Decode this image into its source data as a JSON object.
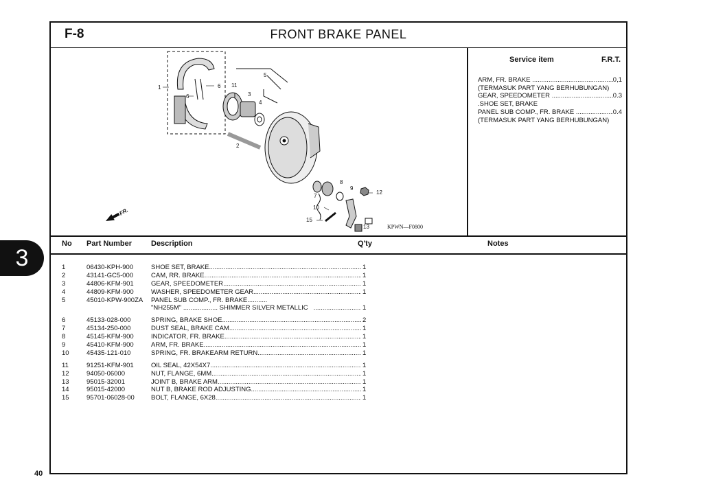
{
  "section_code": "F-8",
  "title": "FRONT BRAKE PANEL",
  "side_tab": "3",
  "page_number": "40",
  "figure_ref": "KPWN—F0800",
  "fr_label": "FR.",
  "callouts": [
    "1",
    "2",
    "3",
    "4",
    "5",
    "6",
    "6",
    "7",
    "8",
    "9",
    "10",
    "11",
    "12",
    "13",
    "14",
    "15"
  ],
  "service": {
    "header_item": "Service item",
    "header_frt": "F.R.T.",
    "rows": [
      {
        "item": "ARM, FR. BRAKE",
        "time": "0,1"
      },
      {
        "item": "(TERMASUK PART YANG BERHUBUNGAN)",
        "time": ""
      },
      {
        "item": "GEAR, SPEEDOMETER",
        "time": "0.3"
      },
      {
        "item": ".SHOE SET, BRAKE",
        "time": ""
      },
      {
        "item": "PANEL SUB COMP., FR. BRAKE",
        "time": "0.4"
      },
      {
        "item": "(TERMASUK PART YANG BERHUBUNGAN)",
        "time": ""
      }
    ]
  },
  "columns": {
    "no": "No",
    "part_number": "Part Number",
    "description": "Description",
    "qty": "Q'ty",
    "notes": "Notes"
  },
  "parts": [
    {
      "no": "1",
      "pn": "06430-KPH-900",
      "desc": "SHOE SET, BRAKE",
      "qty": "1"
    },
    {
      "no": "2",
      "pn": "43141-GC5-000",
      "desc": "CAM, RR. BRAKE",
      "qty": "1"
    },
    {
      "no": "3",
      "pn": "44806-KFM-901",
      "desc": "GEAR, SPEEDOMETER",
      "qty": "1"
    },
    {
      "no": "4",
      "pn": "44809-KFM-900",
      "desc": "WASHER, SPEEDOMETER GEAR",
      "qty": "1"
    },
    {
      "no": "5",
      "pn": "45010-KPW-900ZA",
      "desc": "PANEL SUB COMP., FR. BRAKE",
      "qty": ""
    },
    {
      "no": "",
      "pn": "",
      "desc": "\"NH255M\" ................... SHIMMER SILVER METALLIC",
      "qty": "1"
    },
    {
      "no": "6",
      "pn": "45133-028-000",
      "desc": "SPRING, BRAKE SHOE",
      "qty": "2"
    },
    {
      "no": "7",
      "pn": "45134-250-000",
      "desc": "DUST SEAL, BRAKE CAM",
      "qty": "1"
    },
    {
      "no": "8",
      "pn": "45145-KFM-900",
      "desc": "INDICATOR, FR. BRAKE",
      "qty": "1"
    },
    {
      "no": "9",
      "pn": "45410-KFM-900",
      "desc": "ARM, FR. BRAKE",
      "qty": "1"
    },
    {
      "no": "10",
      "pn": "45435-121-010",
      "desc": "SPRING, FR. BRAKEARM RETURN",
      "qty": "1"
    },
    {
      "no": "11",
      "pn": "91251-KFM-901",
      "desc": "OIL SEAL, 42X54X7",
      "qty": "1"
    },
    {
      "no": "12",
      "pn": "94050-06000",
      "desc": "NUT, FLANGE, 6MM",
      "qty": "1"
    },
    {
      "no": "13",
      "pn": "95015-32001",
      "desc": "JOINT B, BRAKE ARM",
      "qty": "1"
    },
    {
      "no": "14",
      "pn": "95015-42000",
      "desc": "NUT B, BRAKE ROD ADJUSTING",
      "qty": "1"
    },
    {
      "no": "15",
      "pn": "95701-06028-00",
      "desc": "BOLT, FLANGE, 6X28",
      "qty": "1"
    }
  ]
}
